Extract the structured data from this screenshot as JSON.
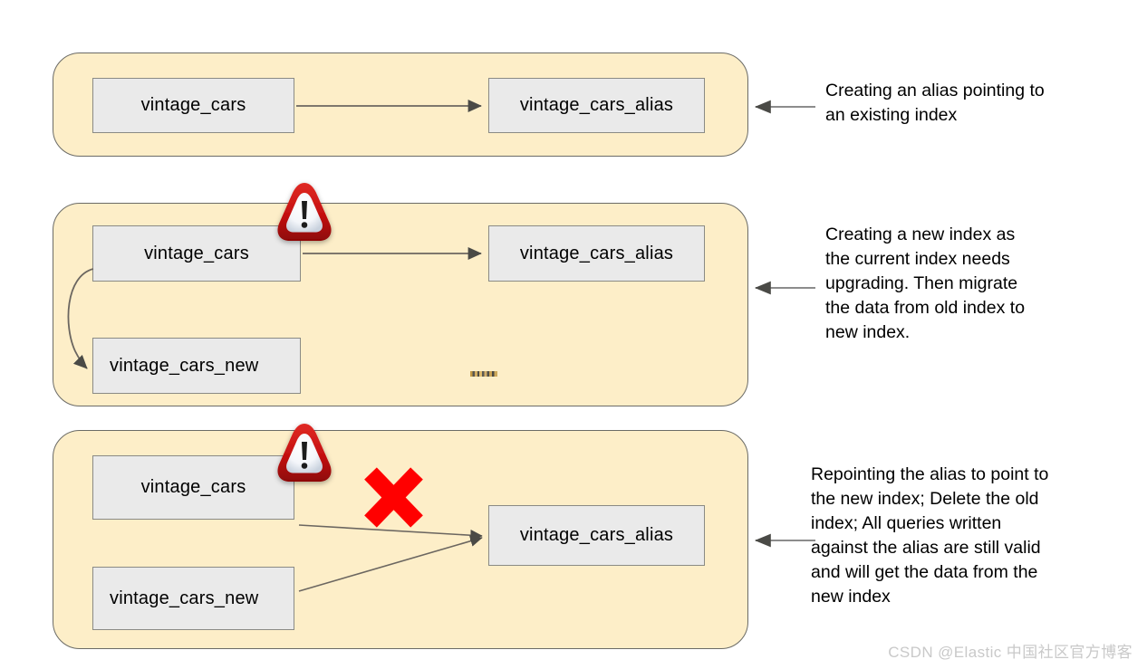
{
  "diagram": {
    "title_watermark": "CSDN @Elastic 中国社区官方博客",
    "accent_colors": {
      "panel_fill": "#fdeec8",
      "panel_border": "#6b6b66",
      "node_fill": "#eaeaea",
      "node_border": "#8a8a85",
      "arrow": "#6b6660",
      "warning_red": "#c81414",
      "cross_red": "#ff0000"
    },
    "panels": [
      {
        "id": "panel-1",
        "nodes": [
          {
            "id": "p1-index",
            "label": "vintage_cars"
          },
          {
            "id": "p1-alias",
            "label": "vintage_cars_alias"
          }
        ],
        "description": "Creating an alias pointing to\nan existing index",
        "has_warning": false,
        "has_cross": false
      },
      {
        "id": "panel-2",
        "nodes": [
          {
            "id": "p2-index",
            "label": "vintage_cars"
          },
          {
            "id": "p2-alias",
            "label": "vintage_cars_alias"
          },
          {
            "id": "p2-new-index",
            "label": "vintage_cars_new"
          }
        ],
        "description": "Creating a new index as\nthe current index needs\nupgrading. Then migrate\nthe data from old index to\nnew index.",
        "has_warning": true,
        "has_cross": false
      },
      {
        "id": "panel-3",
        "nodes": [
          {
            "id": "p3-index",
            "label": "vintage_cars"
          },
          {
            "id": "p3-new-index",
            "label": "vintage_cars_new"
          },
          {
            "id": "p3-alias",
            "label": "vintage_cars_alias"
          }
        ],
        "description": "Repointing the alias to point to\nthe new index; Delete the old\nindex; All queries written\nagainst the alias are still valid\nand will get the data from the\nnew index",
        "has_warning": true,
        "has_cross": true
      }
    ]
  }
}
